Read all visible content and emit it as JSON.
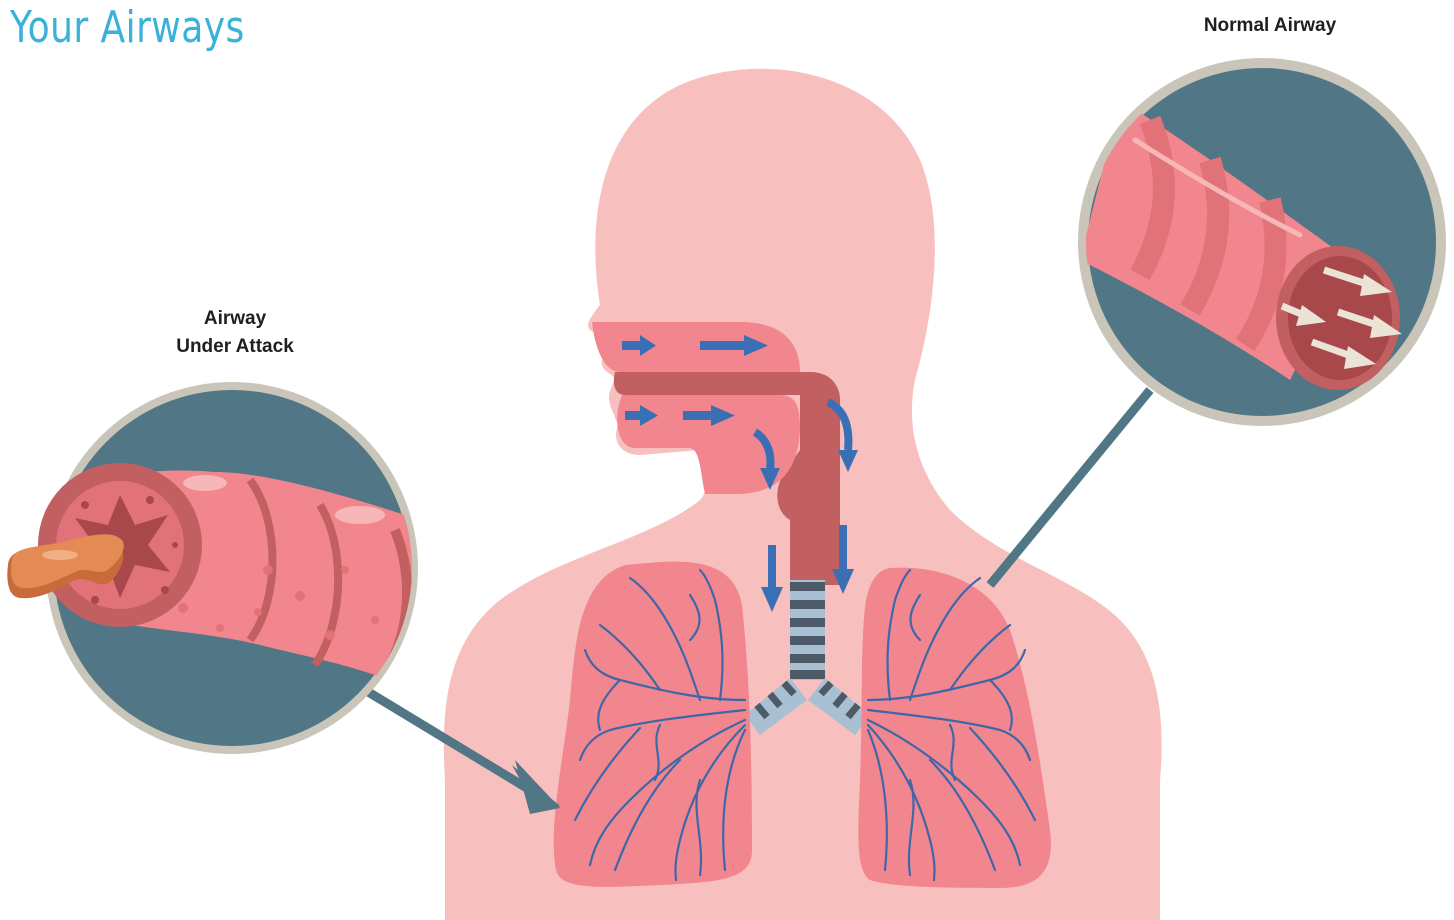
{
  "title": "Your Airways",
  "labels": {
    "normal_airway": "Normal Airway",
    "airway_under_attack_line1": "Airway",
    "airway_under_attack_line2": "Under Attack"
  },
  "colors": {
    "title_blue": "#39b1d8",
    "body_skin": "#f8bfbf",
    "lung_pink": "#f2868e",
    "lung_dark": "#c25f60",
    "vessel_blue": "#3f67a8",
    "airflow_arrow": "#3a6fb6",
    "circle_bg": "#517685",
    "circle_ring": "#c9c5b9",
    "mucus_orange": "#e38a55",
    "trachea_gray": "#4d5a68",
    "trachea_light": "#a8c0d2"
  },
  "icons": {
    "airflow": "arrow-right-icon",
    "airflow_down": "arrow-down-icon",
    "flow_in_airway": "arrow-right-icon"
  }
}
